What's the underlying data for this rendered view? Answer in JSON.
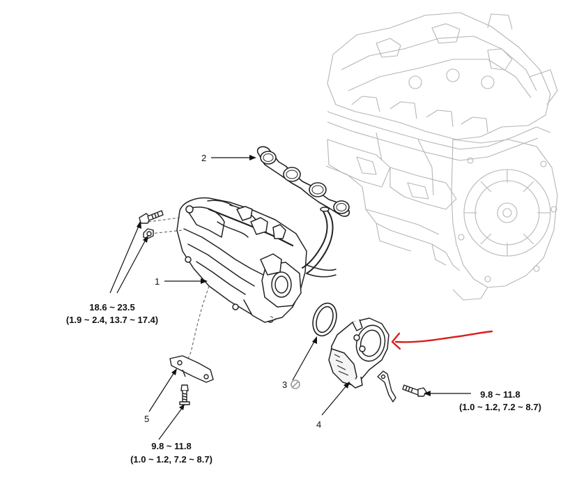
{
  "callouts": {
    "part_1": "1",
    "part_2": "2",
    "part_3": "3",
    "part_4": "4",
    "part_5": "5"
  },
  "torque_specs": {
    "manifold_bolts": {
      "primary": "18.6 ~ 23.5",
      "secondary": "(1.9 ~ 2.4, 13.7 ~ 17.4)"
    },
    "bracket_bolt": {
      "primary": "9.8 ~ 11.8",
      "secondary": "(1.0 ~ 1.2, 7.2 ~ 8.7)"
    },
    "throttle_body_bolt": {
      "primary": "9.8 ~ 11.8",
      "secondary": "(1.0 ~ 1.2, 7.2 ~ 8.7)"
    }
  },
  "markup": {
    "arrow_color": "#d81e1e",
    "arrow_points_to": "part_4"
  },
  "icons": {
    "replace_symbol": "do-not-reuse-icon"
  }
}
